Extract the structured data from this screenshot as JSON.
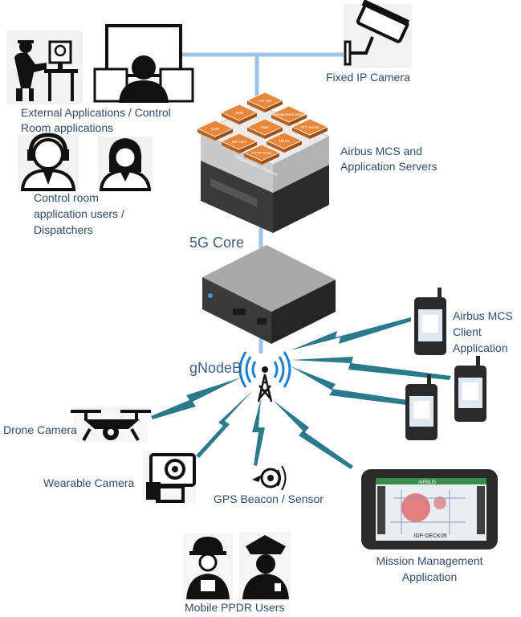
{
  "labels": {
    "fixed_ip_camera": "Fixed IP Camera",
    "external_apps_line1": "External Applications / Control",
    "external_apps_line2": "Room applications",
    "airbus_mcs_servers_line1": "Airbus MCS and",
    "airbus_mcs_servers_line2": "Application Servers",
    "control_room_line1": "Control room",
    "control_room_line2": "application users /",
    "control_room_line3": "Dispatchers",
    "core_5g": "5G Core",
    "gnodeb": "gNodeB",
    "airbus_client_line1": "Airbus MCS",
    "airbus_client_line2": "Client",
    "airbus_client_line3": "Application",
    "drone_camera": "Drone Camera",
    "wearable_camera": "Wearable Camera",
    "gps_beacon": "GPS Beacon / Sensor",
    "mission_mgmt_line1": "Mission Management",
    "mission_mgmt_line2": "Application",
    "mobile_ppdr": "Mobile PPDR Users"
  },
  "server_modules": [
    "API GW",
    "GMS",
    "Management Server",
    "CMS",
    "KMS",
    "PTT Server",
    "SIP Core",
    "MRFS",
    "HTTP Proxy"
  ],
  "virtualization_label": "Virtualization Platform",
  "tablet": {
    "brand": "AIRBUS",
    "map_label": "IDP-DECK05"
  },
  "colors": {
    "link_blue": "#9ec3e6",
    "lightning": "#2a7a8c",
    "server_orange": "#e8863a",
    "text": "#2e4a6b"
  }
}
